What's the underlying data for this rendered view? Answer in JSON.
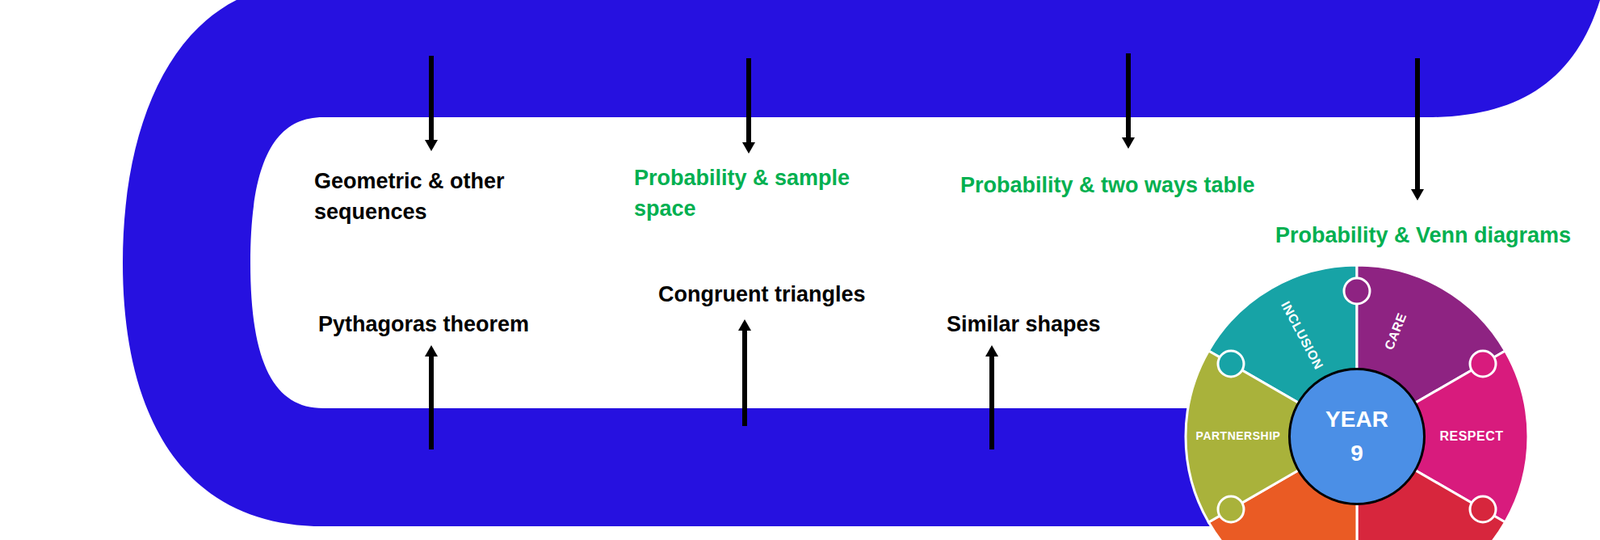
{
  "diagram": {
    "nodes": [
      {
        "text": [
          "YEAR 9"
        ]
      }
    ],
    "labels": [
      "Geometric & other sequences",
      "Probability & sample space",
      "Probability & two ways table",
      "Probability & Venn diagrams",
      "Pythagoras theorem",
      "Congruent triangles",
      "Similar shapes",
      "INCLUSION",
      "CARE",
      "RESPECT",
      "PARTNERSHIP"
    ]
  }
}
